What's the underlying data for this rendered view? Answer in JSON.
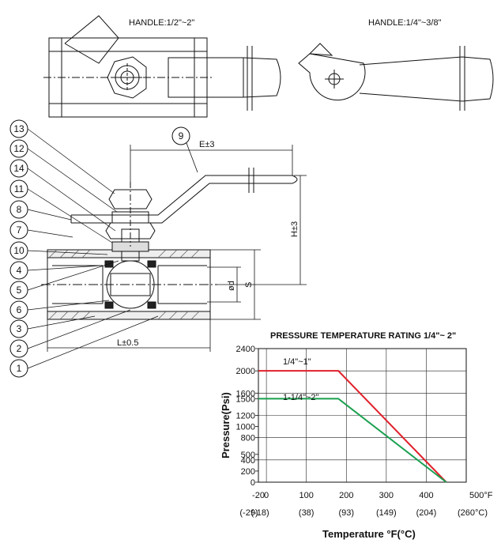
{
  "drawing": {
    "handle_large_label": "HANDLE:1/2\"~2\"",
    "handle_small_label": "HANDLE:1/4\"~3/8\"",
    "dim_E": "E±3",
    "dim_H": "H±3",
    "dim_d": "ød",
    "dim_S": "S",
    "dim_L": "L±0.5",
    "balloons": [
      "13",
      "12",
      "14",
      "11",
      "8",
      "7",
      "10",
      "4",
      "5",
      "6",
      "3",
      "2",
      "1"
    ],
    "handle_balloon": "9"
  },
  "chart_data": {
    "type": "line",
    "title": "PRESSURE TEMPERATURE RATING 1/4\"~ 2\"",
    "xlabel": "Temperature °F(°C)",
    "ylabel": "Pressure(Psi)",
    "xlim": [
      -20,
      500
    ],
    "ylim": [
      0,
      2400
    ],
    "x_ticks": [
      {
        "f": "-20",
        "c": "(-29)",
        "v": -20
      },
      {
        "f": "0",
        "c": "(-18)",
        "v": 0
      },
      {
        "f": "100",
        "c": "(38)",
        "v": 100
      },
      {
        "f": "200",
        "c": "(93)",
        "v": 200
      },
      {
        "f": "300",
        "c": "(149)",
        "v": 300
      },
      {
        "f": "400",
        "c": "(204)",
        "v": 400
      },
      {
        "f": "500°F",
        "c": "(260°C)",
        "v": 500
      }
    ],
    "y_ticks": [
      "0",
      "200",
      "400",
      "500",
      "800",
      "1000",
      "1200",
      "1500",
      "1600",
      "2000",
      "2400"
    ],
    "y_tick_values": [
      0,
      200,
      400,
      500,
      800,
      1000,
      1200,
      1500,
      1600,
      2000,
      2400
    ],
    "grid": true,
    "series": [
      {
        "name": "1/4\"~1\"",
        "color": "#e0202a",
        "x": [
          -20,
          180,
          450
        ],
        "y": [
          2000,
          2000,
          0
        ]
      },
      {
        "name": "1-1/4\"~2\"",
        "color": "#1aa050",
        "x": [
          -20,
          180,
          450
        ],
        "y": [
          1500,
          1500,
          0
        ]
      }
    ]
  }
}
